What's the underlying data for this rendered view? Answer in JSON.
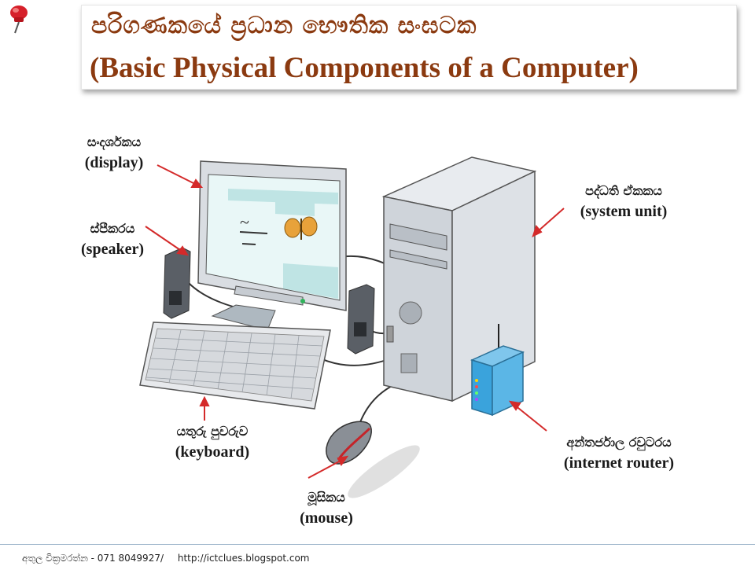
{
  "title": {
    "sinhala": "පරිගණකයේ ප්‍රධාන භෞතික සංඝටක",
    "english": "(Basic Physical Components of a Computer)"
  },
  "labels": {
    "display": {
      "sinhala": "සංදර්ශකය",
      "english": "(display)"
    },
    "speaker": {
      "sinhala": "ස්පීකරය",
      "english": "(speaker)"
    },
    "system_unit": {
      "sinhala": "පද්ධති ඒකකය",
      "english": "(system unit)"
    },
    "keyboard": {
      "sinhala": "යතුරු පුවරුව",
      "english": "(keyboard)"
    },
    "mouse": {
      "sinhala": "මූසිකය",
      "english": "(mouse)"
    },
    "router": {
      "sinhala": "අන්තර්ජාල රවුටරය",
      "english": "(internet router)"
    }
  },
  "footer": {
    "author": "අතුල වික්‍රමරත්න - 071 8049927/",
    "url": "http://ictclues.blogspot.com"
  },
  "colors": {
    "title": "#8b3a10",
    "arrow": "#d42a2a",
    "pin": "#d6202a",
    "router": "#3aa3dc"
  }
}
